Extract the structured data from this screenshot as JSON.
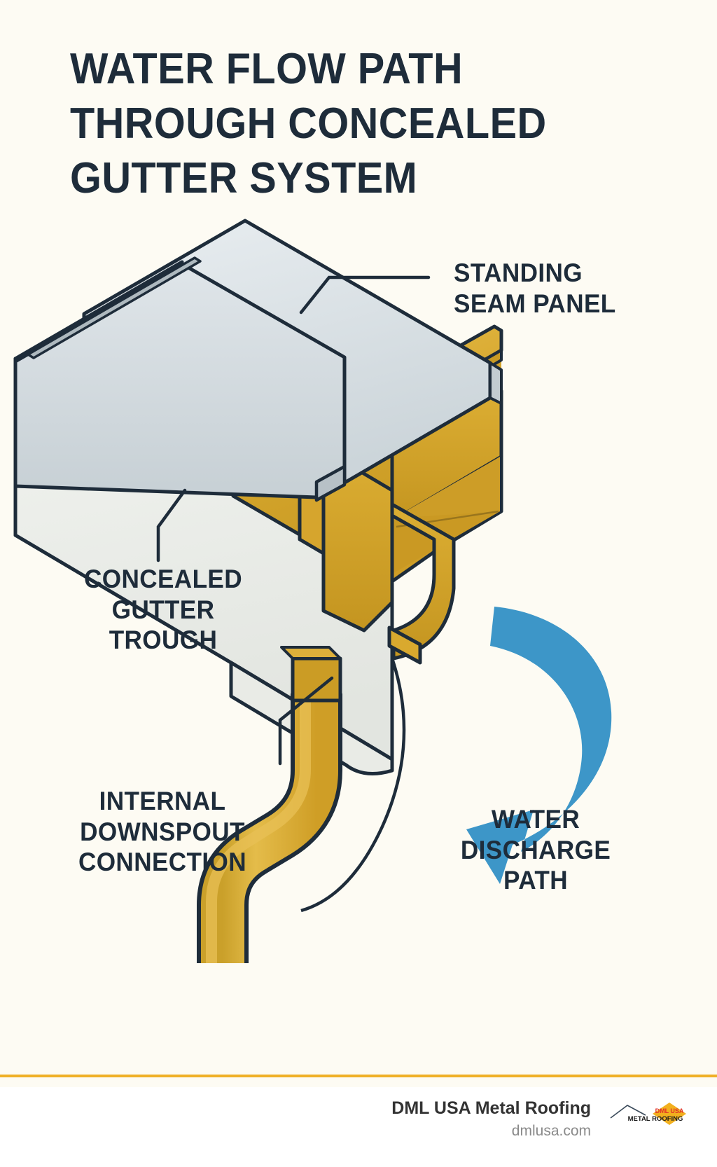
{
  "title": {
    "lines": [
      "WATER FLOW PATH",
      "THROUGH CONCEALED",
      "GUTTER SYSTEM"
    ]
  },
  "labels": {
    "standing_seam": {
      "lines": [
        "STANDING",
        "SEAM PANEL"
      ]
    },
    "concealed_gutter": {
      "lines": [
        "CONCEALED",
        "GUTTER",
        "TROUGH"
      ]
    },
    "internal_downspout": {
      "lines": [
        "INTERNAL",
        "DOWNSPOUT",
        "CONNECTION"
      ]
    },
    "water_discharge": {
      "lines": [
        "WATER",
        "DISCHARGE",
        "PATH"
      ]
    }
  },
  "footer": {
    "brand": "DML USA Metal Roofing",
    "url": "dmlusa.com",
    "logo_top_text": "DML USA",
    "logo_bottom_text": "METAL ROOFING"
  },
  "colors": {
    "background": "#fdfbf3",
    "ink": "#1e2c3a",
    "panel_light": "#e8edef",
    "panel_mid": "#d3dade",
    "panel_shadow": "#b9c3c8",
    "fascia_white": "#eceee9",
    "gutter_gold": "#e0b43a",
    "gutter_gold_dark": "#c9981f",
    "gutter_gold_mid": "#d8a72c",
    "arrow_blue": "#3d96c8",
    "accent_rule": "#efb026",
    "logo_red": "#e03127",
    "logo_yellow": "#f2b01e"
  },
  "diagram": {
    "type": "isometric-cutaway",
    "parts": [
      "standing seam roof panel",
      "raised standing seam rib",
      "concealed gutter trough (white fascia)",
      "gold gutter interior",
      "internal downspout S-bend",
      "water discharge curved arrow"
    ]
  }
}
